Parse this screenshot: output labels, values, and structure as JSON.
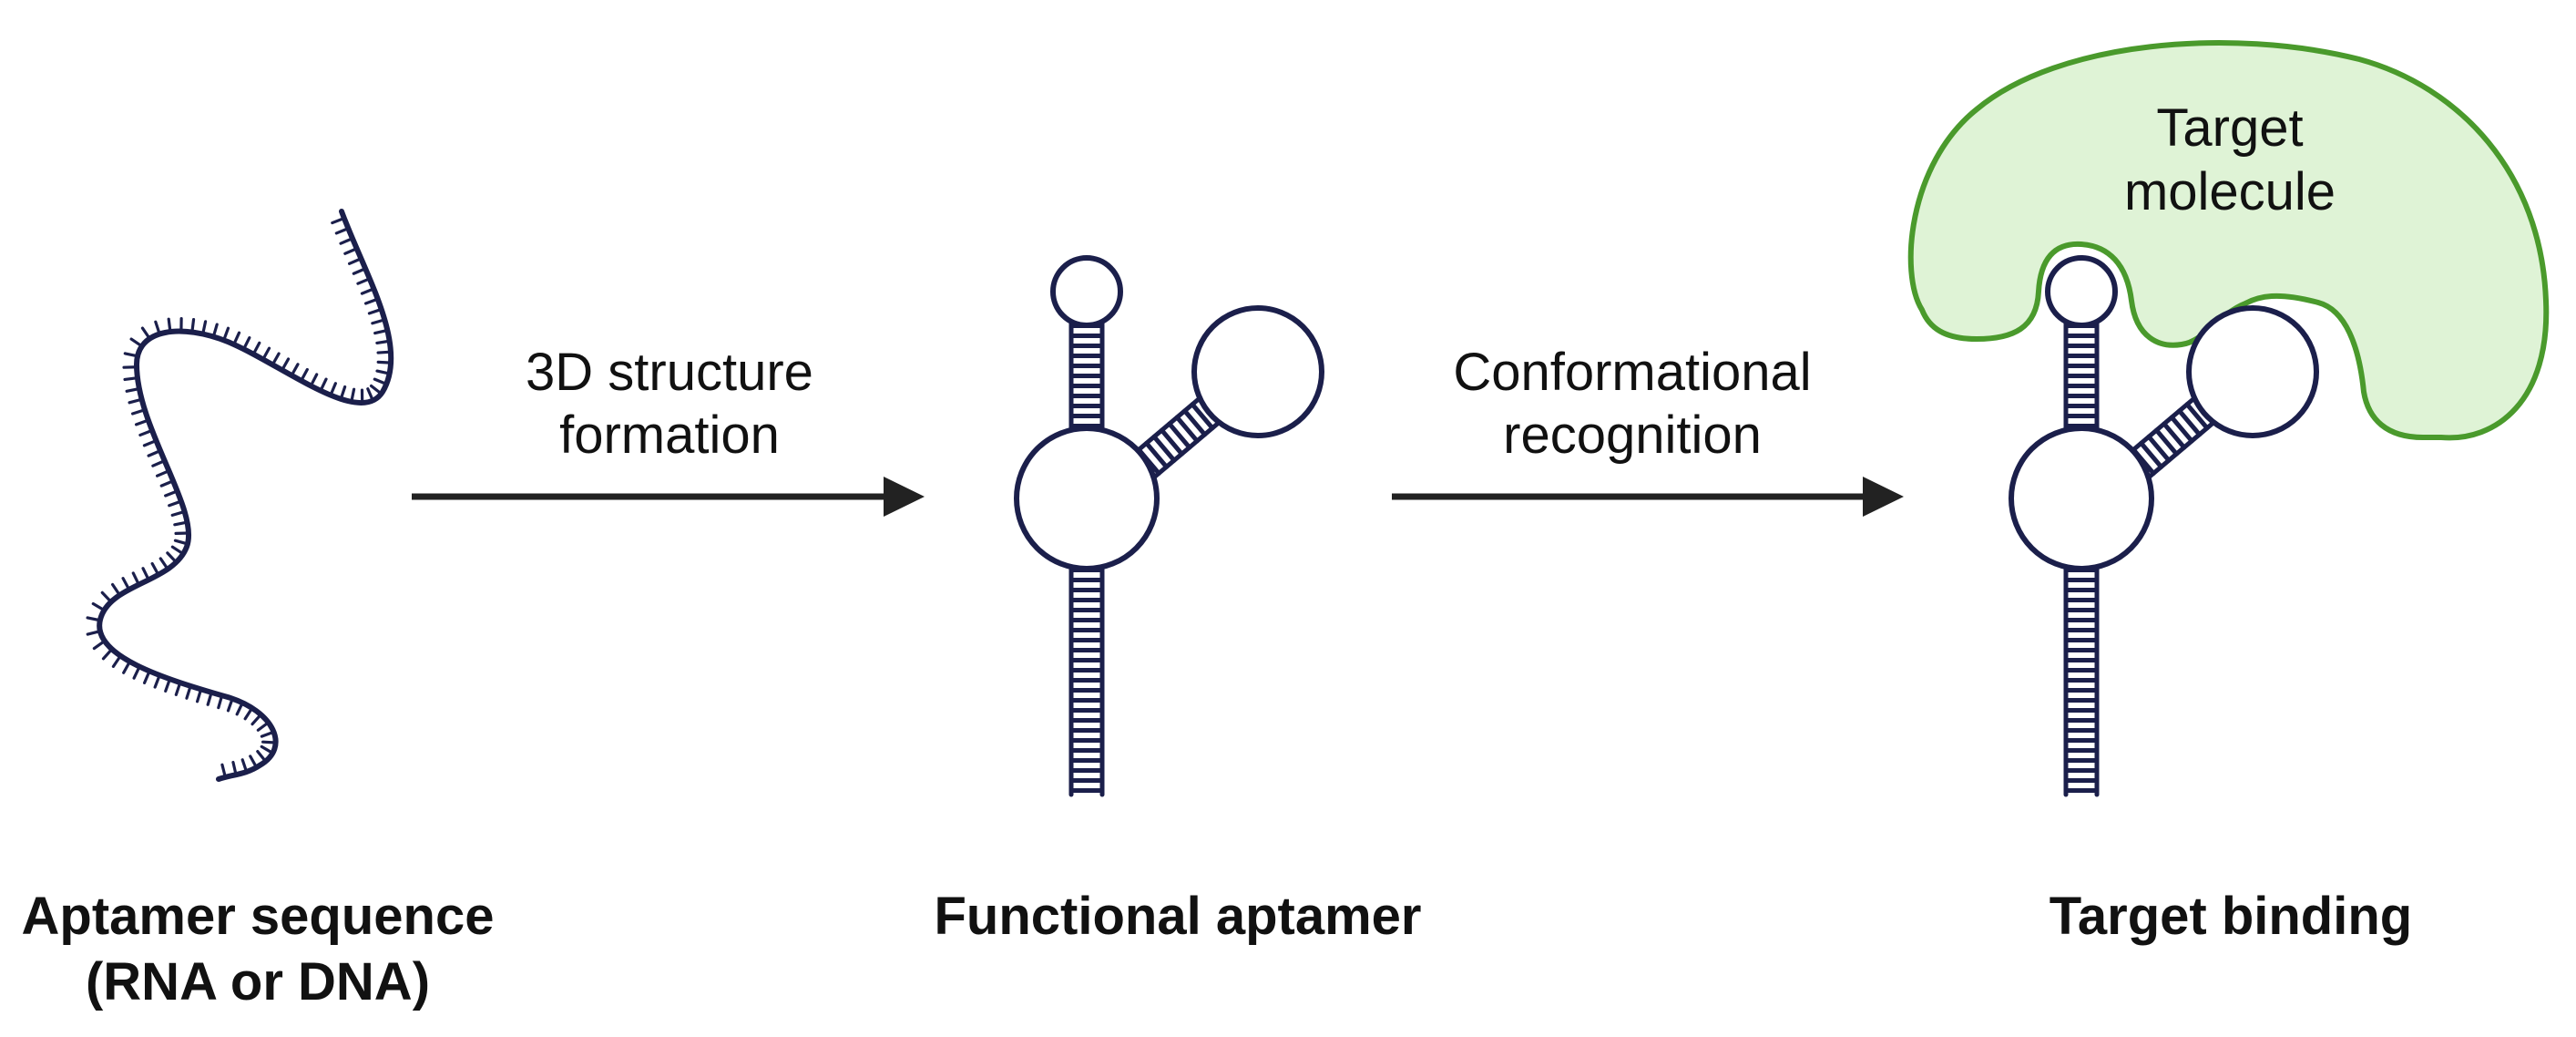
{
  "stages": [
    {
      "id": "sequence",
      "caption_line1": "Aptamer sequence",
      "caption_line2": "(RNA or DNA)"
    },
    {
      "id": "functional",
      "caption_line1": "Functional aptamer"
    },
    {
      "id": "binding",
      "caption_line1": "Target binding"
    }
  ],
  "transitions": [
    {
      "line1": "3D structure",
      "line2": "formation"
    },
    {
      "line1": "Conformational",
      "line2": "recognition"
    }
  ],
  "target": {
    "line1": "Target",
    "line2": "molecule"
  },
  "colors": {
    "strand": "#1b1f4b",
    "arrow": "#222222",
    "target_fill": "#dff3d6",
    "target_stroke": "#4a9a2c"
  }
}
